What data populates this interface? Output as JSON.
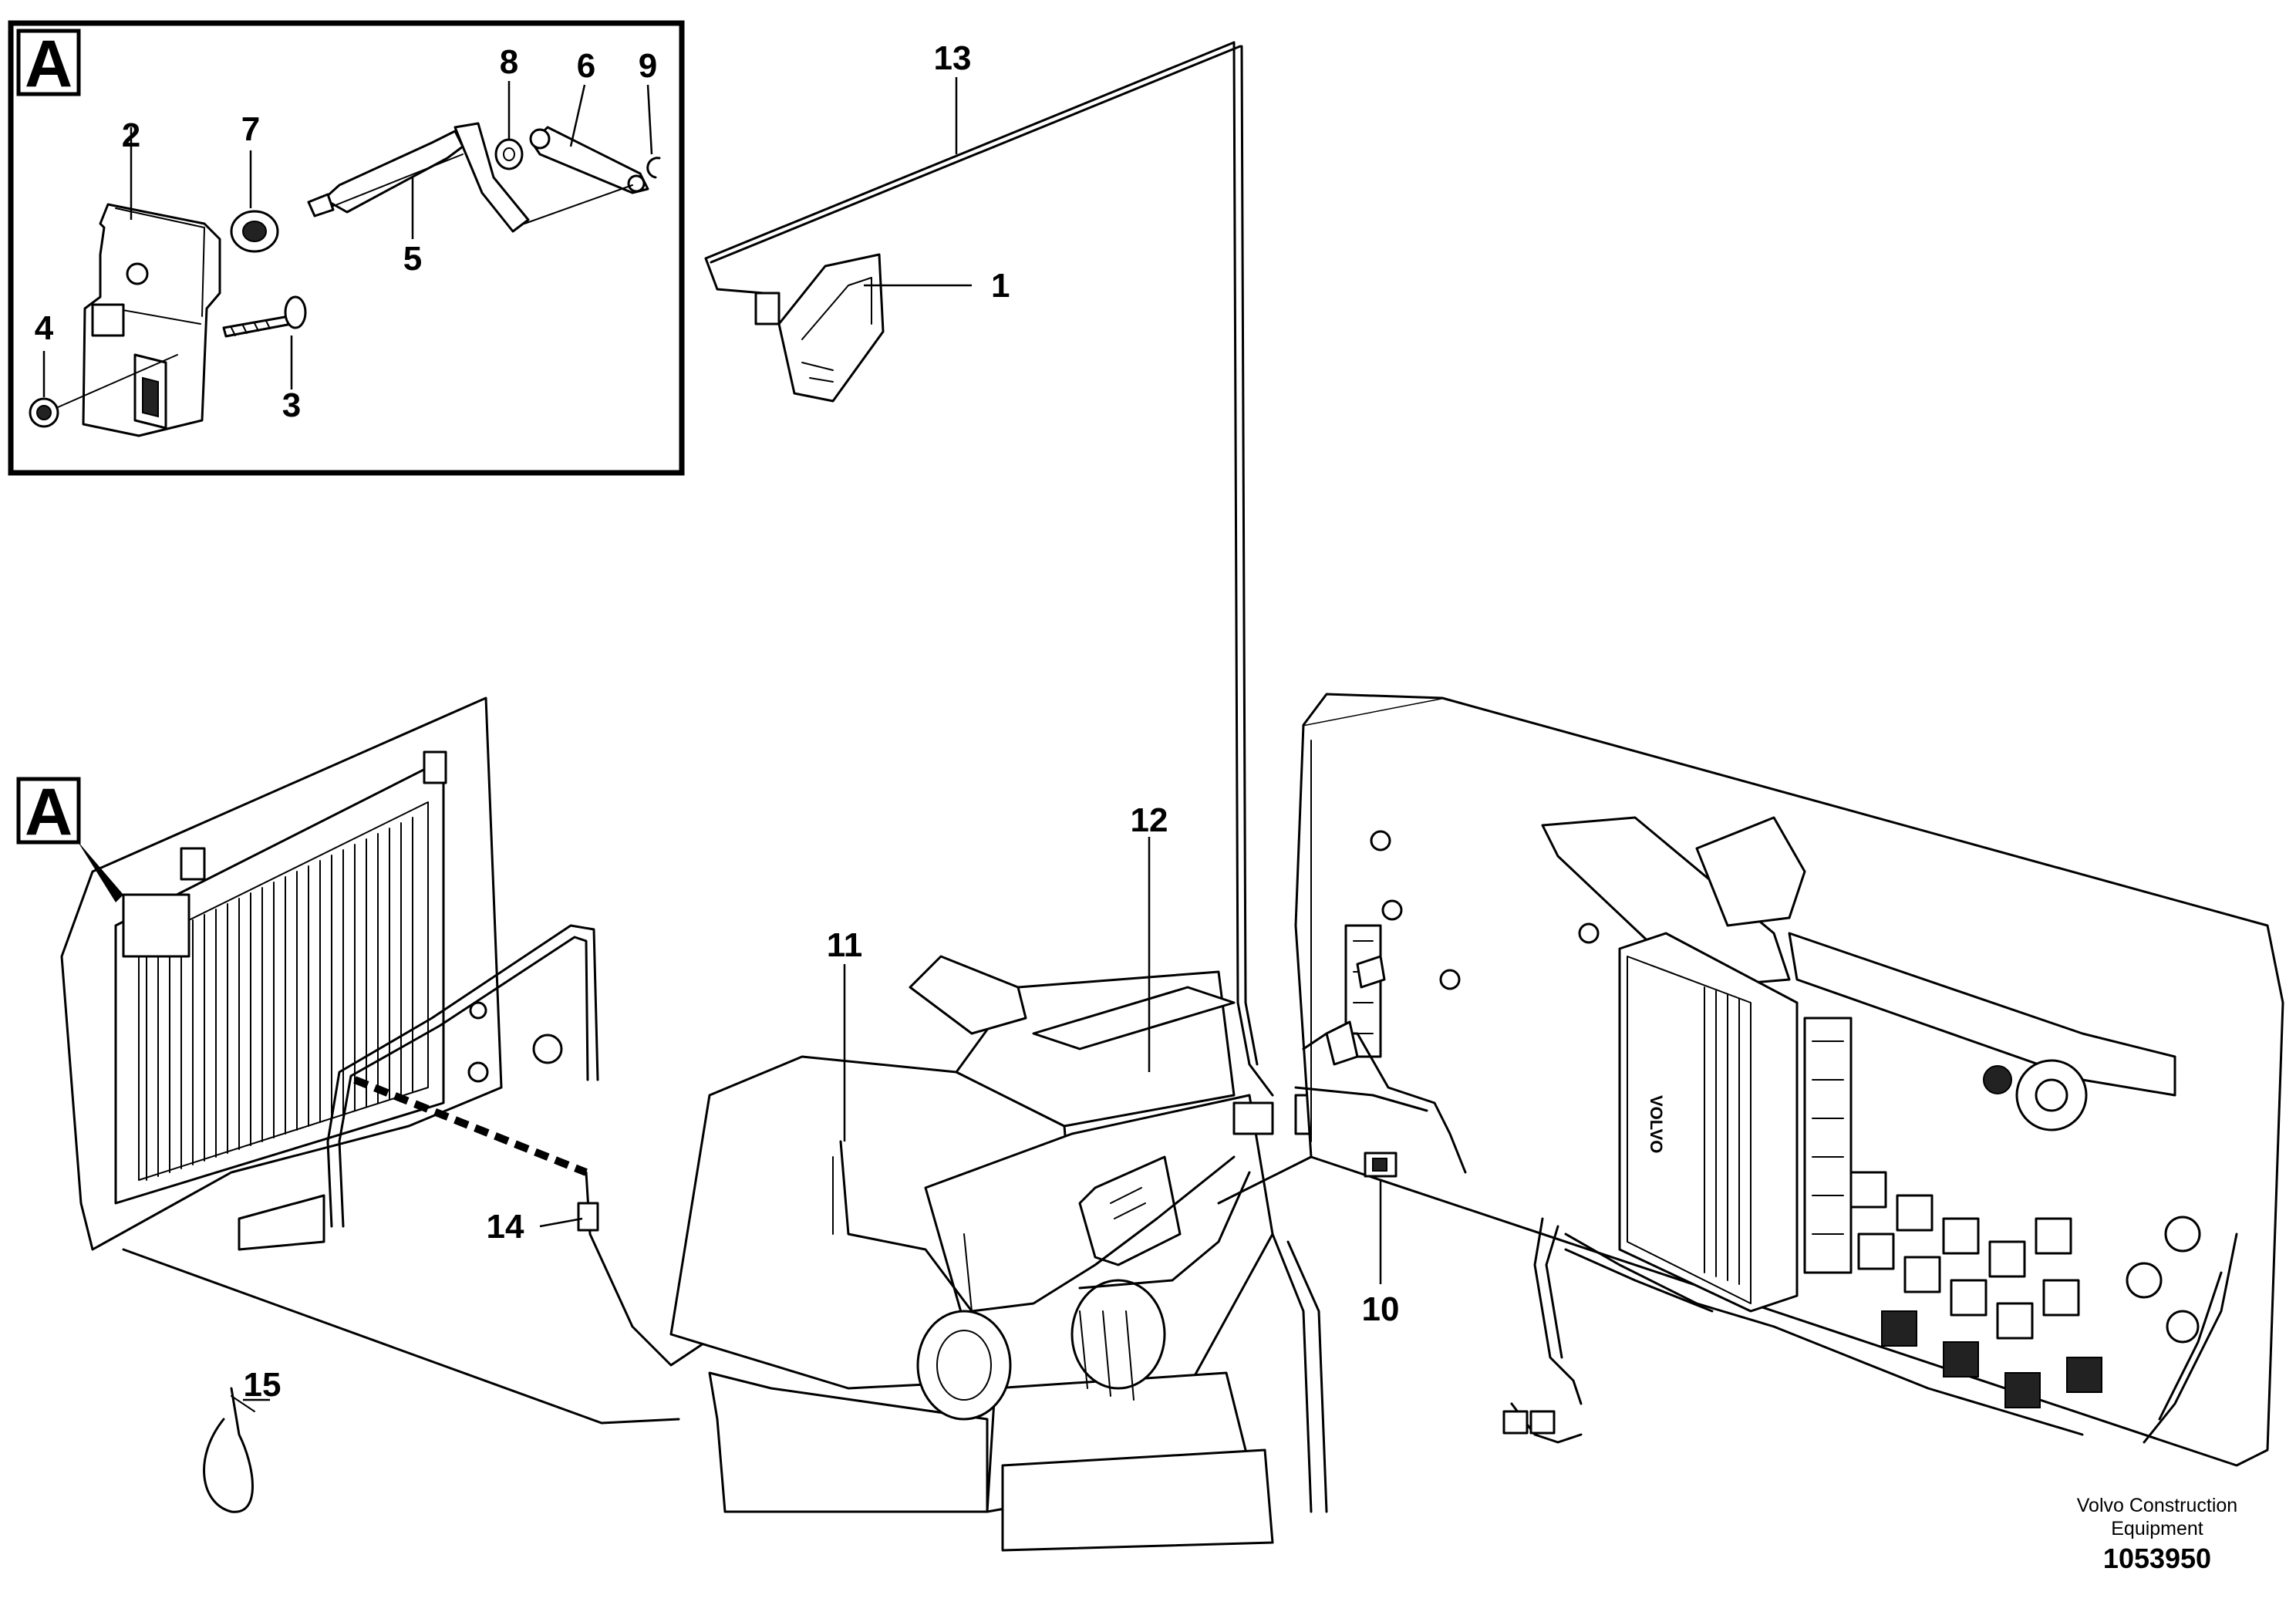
{
  "detail_box": {
    "label": "A"
  },
  "view_marker": {
    "label": "A"
  },
  "callouts": {
    "c1": "1",
    "c2": "2",
    "c3": "3",
    "c4": "4",
    "c5": "5",
    "c6": "6",
    "c7": "7",
    "c8": "8",
    "c9": "9",
    "c10": "10",
    "c11": "11",
    "c12": "12",
    "c13": "13",
    "c14": "14",
    "c15": "15"
  },
  "footer": {
    "brand_line1": "Volvo Construction",
    "brand_line2": "Equipment",
    "drawing_number": "1053950"
  }
}
